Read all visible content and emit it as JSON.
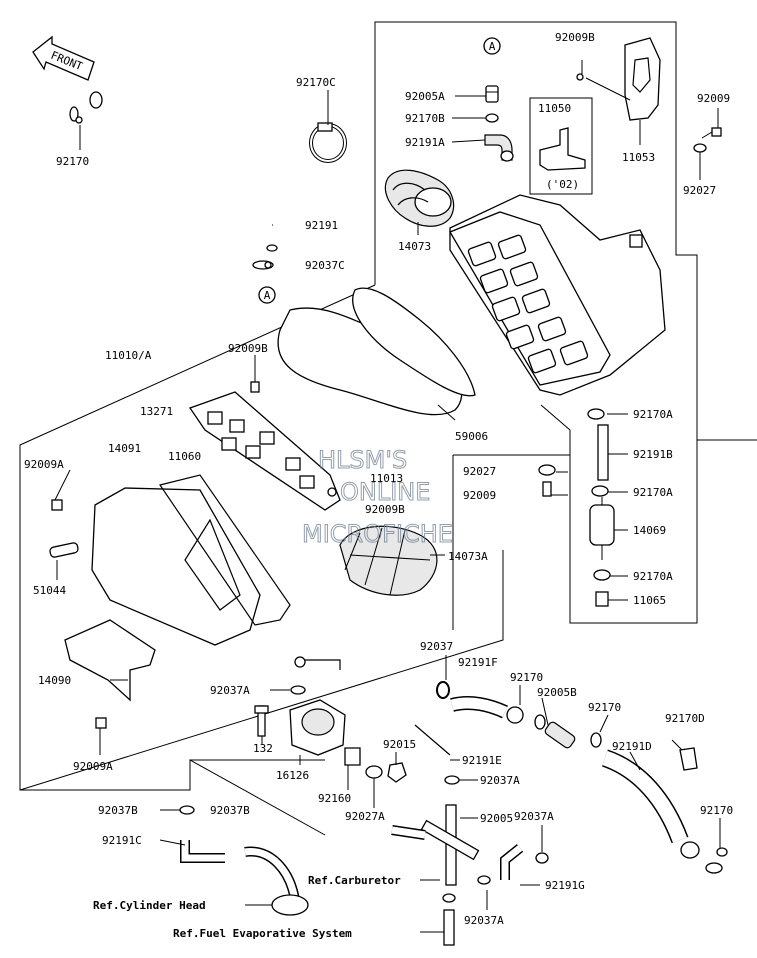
{
  "front_arrow_label": "FRONT",
  "circle_ref_label": "A",
  "watermark": [
    "HLSM'S",
    "ONLINE",
    "MICROFICHE"
  ],
  "part_labels": {
    "p92170_tl": "92170",
    "p92170C": "92170C",
    "p92191": "92191",
    "p92037C": "92037C",
    "p92005A": "92005A",
    "p92170B": "92170B",
    "p92191A": "92191A",
    "p14073": "14073",
    "p92009B_top": "92009B",
    "p11050": "11050",
    "p02": "('02)",
    "p11053": "11053",
    "p92009_tr": "92009",
    "p92027_tr": "92027",
    "p11010A": "11010/A",
    "p92009B_mid": "92009B",
    "p13271": "13271",
    "p59006": "59006",
    "p92170A_1": "92170A",
    "p92191B": "92191B",
    "p92009A_l": "92009A",
    "p14091": "14091",
    "p11060": "11060",
    "p11013": "11013",
    "p92009B_low": "92009B",
    "p92027_mid": "92027",
    "p92009_mid": "92009",
    "p92170A_2": "92170A",
    "p14069": "14069",
    "p14073A": "14073A",
    "p51044": "51044",
    "p92170A_3": "92170A",
    "p11065": "11065",
    "p14090": "14090",
    "p92037": "92037",
    "p92191F": "92191F",
    "p92037A_1": "92037A",
    "p92170_m1": "92170",
    "p92005B": "92005B",
    "p92170_m2": "92170",
    "p92170D": "92170D",
    "p132": "132",
    "p92009A_b": "92009A",
    "p16126": "16126",
    "p92191E": "92191E",
    "p92015": "92015",
    "p92191D": "92191D",
    "p92160": "92160",
    "p92037A_2": "92037A",
    "p92037B_1": "92037B",
    "p92037B_2": "92037B",
    "p92027A": "92027A",
    "p92037A_3": "92037A",
    "p92170_br": "92170",
    "p92005": "92005",
    "p92191C": "92191C",
    "p92191G": "92191G",
    "p92037A_4": "92037A"
  },
  "ref_labels": {
    "carburetor": "Ref.Carburetor",
    "cylinder_head": "Ref.Cylinder Head",
    "fuel_evap": "Ref.Fuel Evaporative System"
  }
}
